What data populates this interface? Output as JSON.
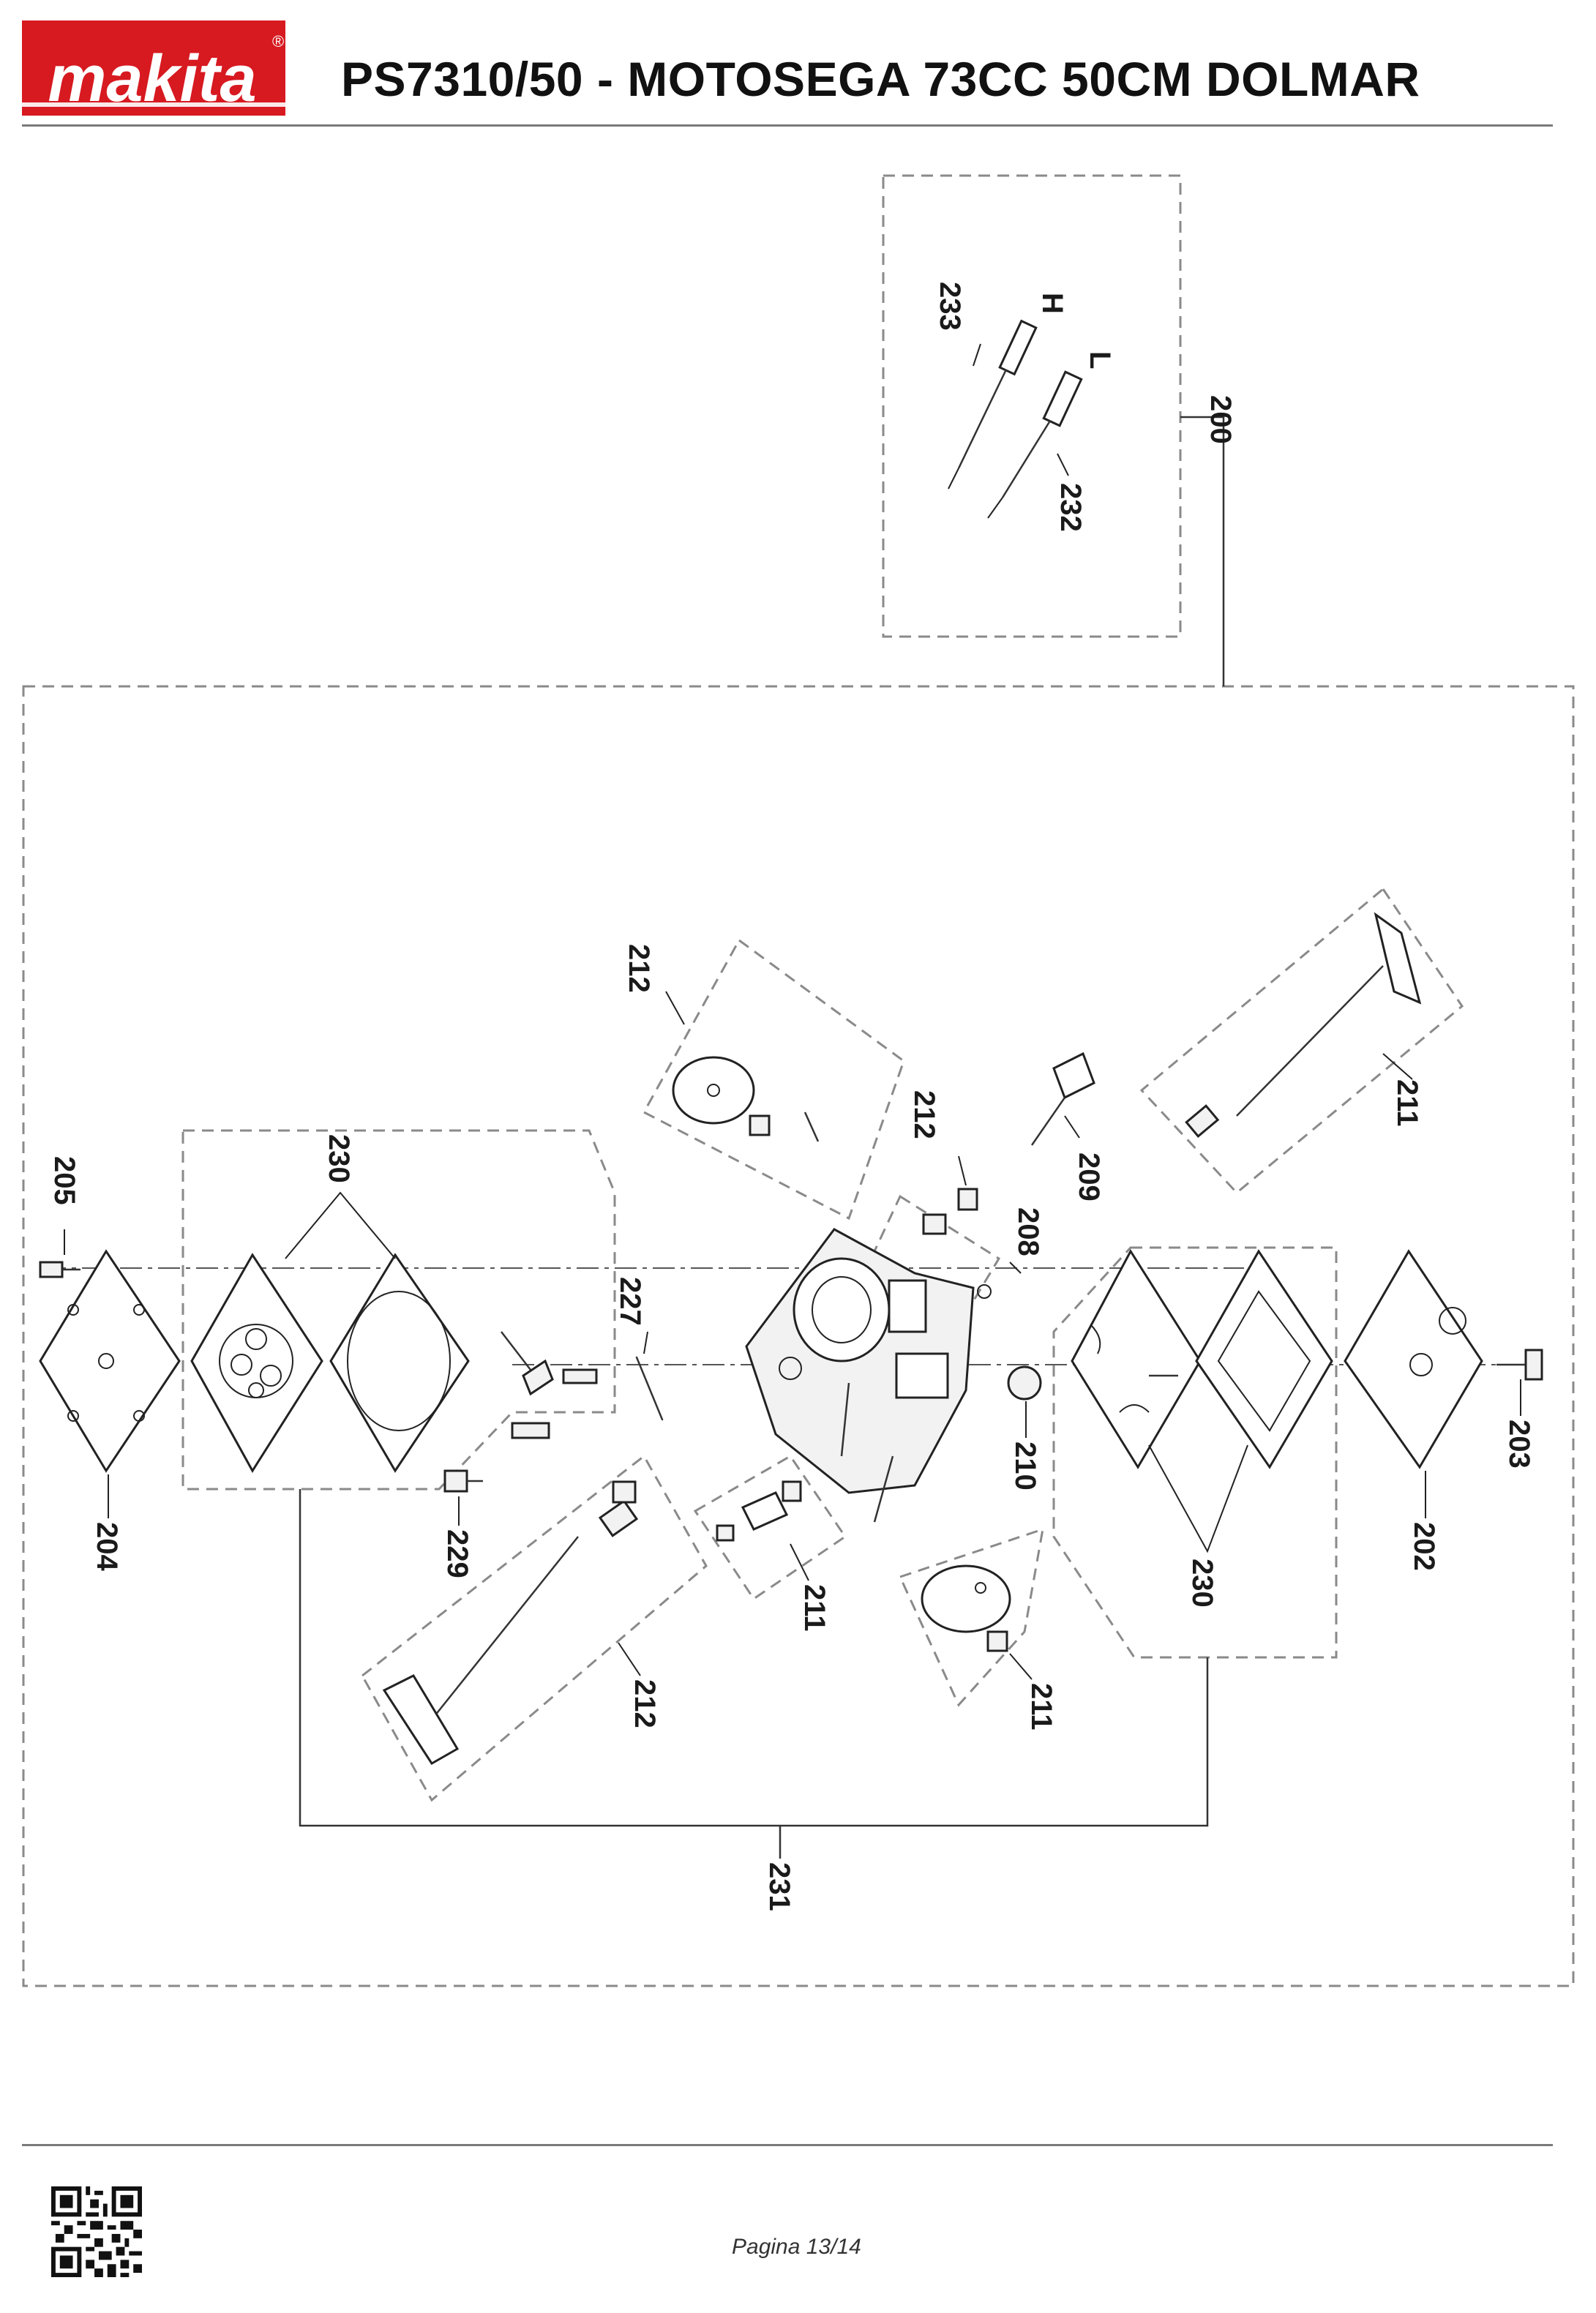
{
  "header": {
    "brand": "makita",
    "brand_registered": "®",
    "title": "PS7310/50 - MOTOSEGA 73CC 50CM DOLMAR"
  },
  "callouts": {
    "c200": "200",
    "c233": "233",
    "c232": "232",
    "mark_h": "H",
    "mark_l": "L",
    "c212_top": "212",
    "c212_mid": "212",
    "c212_bot": "212",
    "c211_right": "211",
    "c211_mid": "211",
    "c211_low": "211",
    "c209": "209",
    "c208": "208",
    "c205": "205",
    "c230_left": "230",
    "c230_right": "230",
    "c227": "227",
    "c204": "204",
    "c229": "229",
    "c210": "210",
    "c202": "202",
    "c203": "203",
    "c231": "231"
  },
  "footer": {
    "page": "Pagina 13/14"
  },
  "colors": {
    "brand_red": "#d71920",
    "line": "#333333",
    "dashed": "#8a8a8a"
  }
}
